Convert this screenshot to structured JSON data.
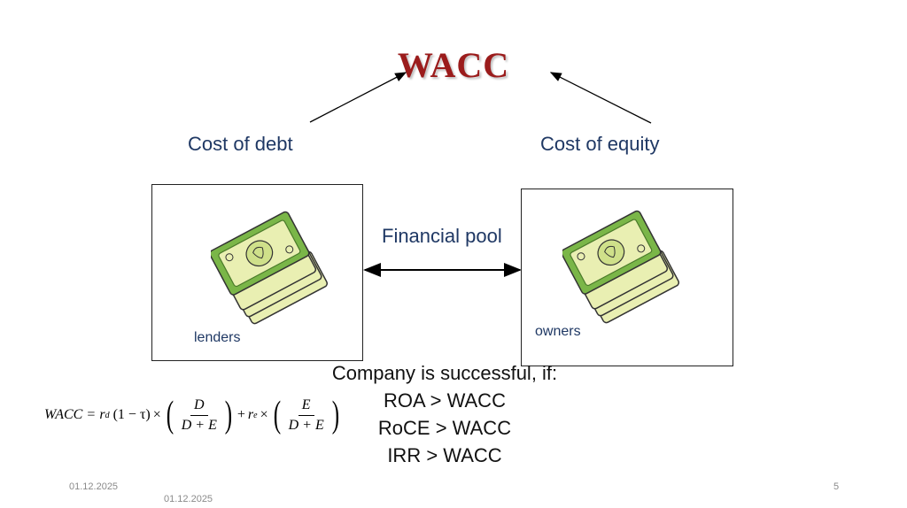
{
  "title": "WACC",
  "cost_of_debt": "Cost of debt",
  "cost_of_equity": "Cost of equity",
  "financial_pool": "Financial pool",
  "lenders": "lenders",
  "owners": "owners",
  "conditions": {
    "heading": "Company is successful, if:",
    "items": [
      "ROA > WACC",
      "RoCE > WACC",
      "IRR > WACC"
    ]
  },
  "formula": {
    "lhs": "WACC",
    "debt_rate": "r",
    "debt_sub": "d",
    "tax_term": "(1 − τ)",
    "debt_num": "D",
    "debt_den": "D + E",
    "equity_rate": "r",
    "equity_sub": "e",
    "equity_num": "E",
    "equity_den": "D + E"
  },
  "footer": {
    "date_left": "01.12.2025",
    "date_bottom": "01.12.2025",
    "page_number": "5"
  },
  "colors": {
    "title": "#9b1c1c",
    "label": "#1f3864",
    "money_green": "#7ab648",
    "money_light": "#e9efb2"
  },
  "icons": [
    "money-stack-icon"
  ]
}
